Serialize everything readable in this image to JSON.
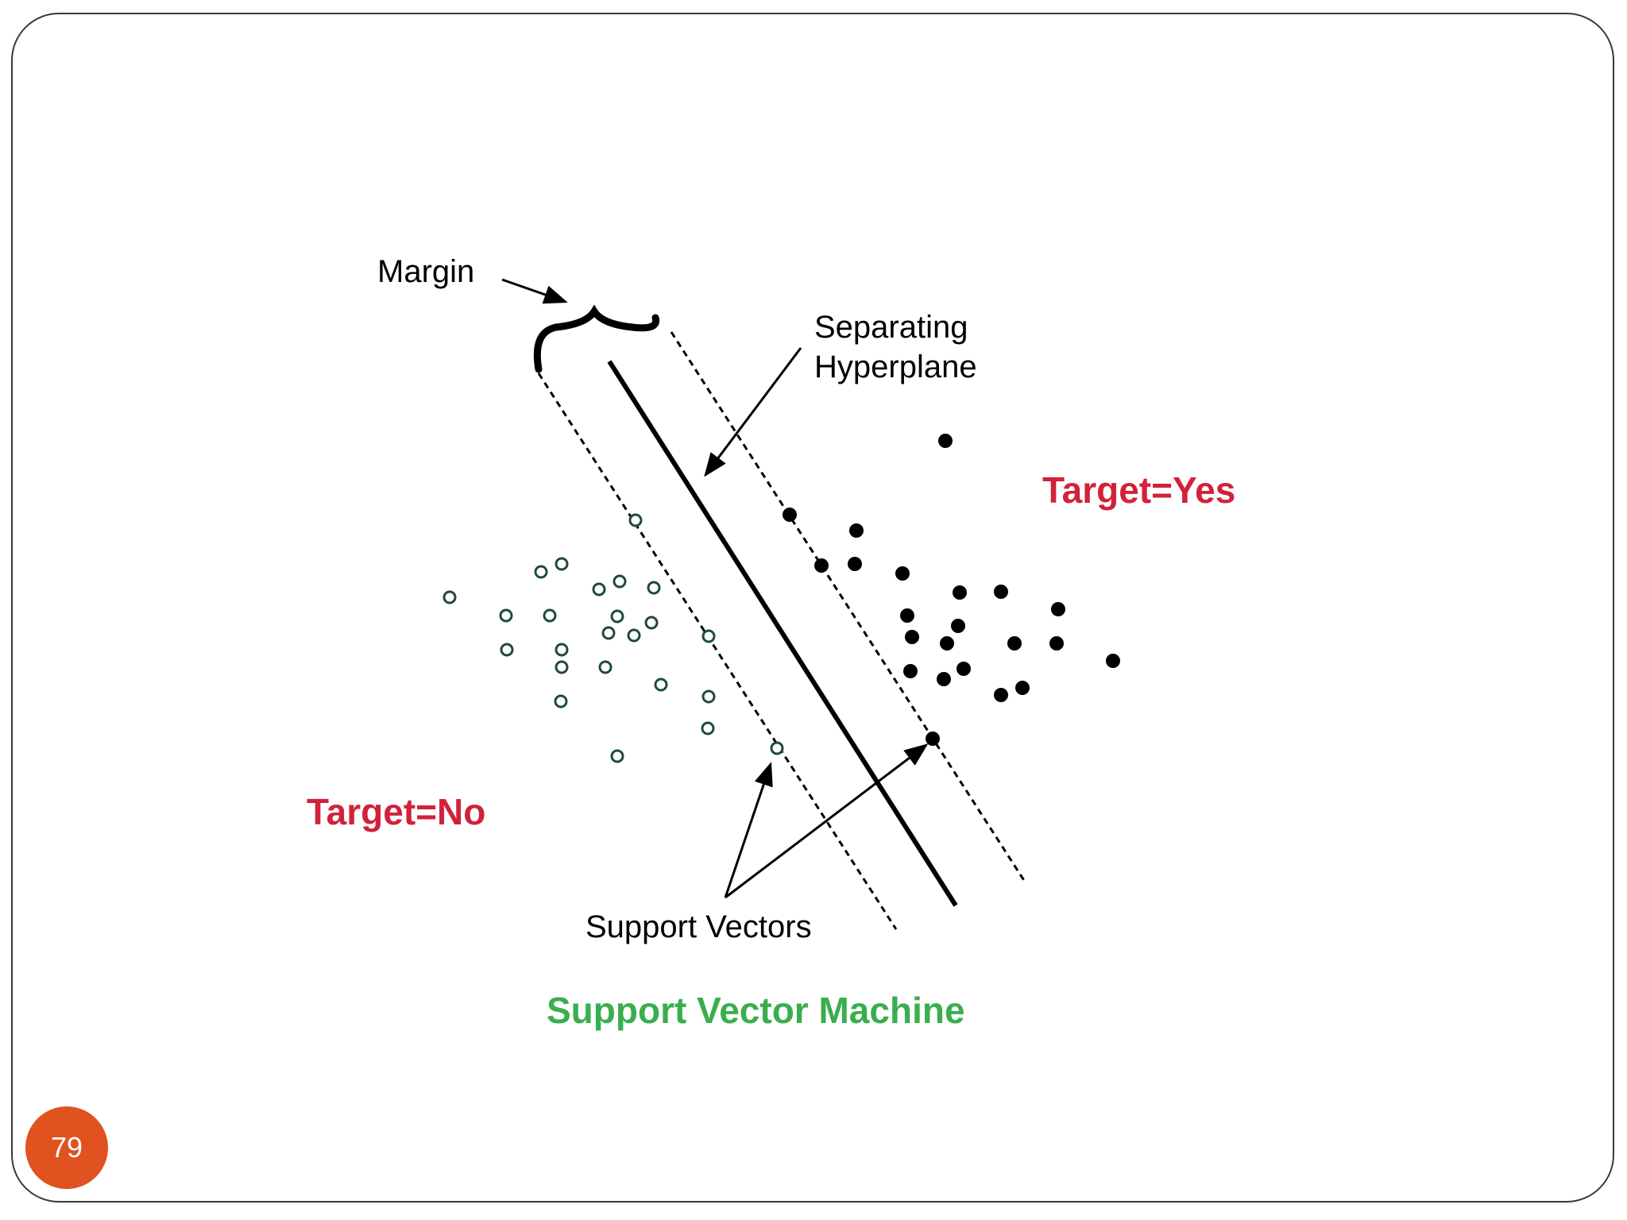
{
  "slide": {
    "page_number": "79",
    "page_badge_color": "#e0521f"
  },
  "diagram": {
    "title": "Support Vector Machine",
    "title_color": "#3aae4e",
    "label_color": "#d1223a",
    "labels": {
      "margin": "Margin",
      "separating_line1": "Separating",
      "separating_line2": "Hyperplane",
      "target_yes": "Target=Yes",
      "target_no": "Target=No",
      "support_vectors": "Support Vectors"
    },
    "classes": [
      {
        "label": "Target=No",
        "marker": "hollow-circle-icon"
      },
      {
        "label": "Target=Yes",
        "marker": "filled-circle-icon"
      }
    ]
  }
}
